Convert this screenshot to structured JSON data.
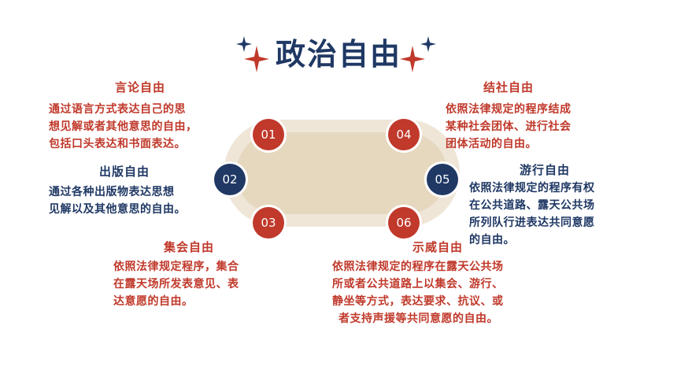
{
  "title": "政治自由",
  "colors": {
    "red": "#c0392b",
    "navy": "#1f3864",
    "pill": "#e6d8bf"
  },
  "items": [
    {
      "num": "01",
      "label": "言论自由",
      "desc": [
        "通过语言方式表达自己的思",
        "想见解或者其他意思的自由，",
        "包括口头表达和书面表达。"
      ]
    },
    {
      "num": "02",
      "label": "出版自由",
      "desc": [
        "通过各种出版物表达思想",
        "见解以及其他意思的自由。"
      ]
    },
    {
      "num": "03",
      "label": "集会自由",
      "desc": [
        "依照法律规定程序，集合",
        "在露天场所发表意见、表",
        "达意愿的自由。"
      ]
    },
    {
      "num": "04",
      "label": "结社自由",
      "desc": [
        "依照法律规定的程序结成",
        "某种社会团体、进行社会",
        "团体活动的自由。"
      ]
    },
    {
      "num": "05",
      "label": "游行自由",
      "desc": [
        "依照法律规定的程序有权",
        "在公共道路、露天公共场",
        "所列队行进表达共同意愿",
        "的自由。"
      ]
    },
    {
      "num": "06",
      "label": "示威自由",
      "desc": [
        "依照法律规定的程序在露天公共场",
        "所或者公共道路上以集会、游行、",
        "静坐等方式，表达要求、抗议、或",
        "者支持声援等共同意愿的自由。"
      ]
    }
  ]
}
